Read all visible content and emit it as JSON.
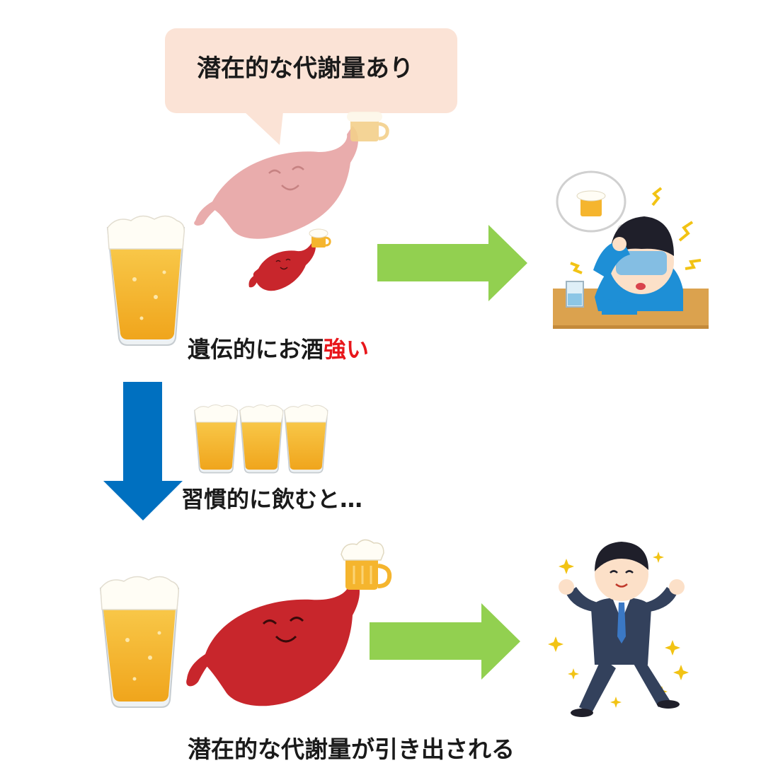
{
  "bubble": {
    "text": "潜在的な代謝量あり"
  },
  "labels": {
    "strong_prefix": "遺伝的にお酒",
    "strong_accent": "強い",
    "habit": "習慣的に飲むと…",
    "result": "潜在的な代謝量が引き出される"
  },
  "colors": {
    "bubble_fill": "#fbe3d6",
    "liver_faded": "#e8a8a8",
    "liver": "#c8262c",
    "beer": "#f5b52e",
    "foam": "#fffdf5",
    "green_arrow": "#92d050",
    "blue_arrow": "#0070c0",
    "accent_red": "#e8161b"
  },
  "icons": [
    "speech-bubble",
    "beer-glass-icon",
    "liver-character-icon",
    "beer-mug-icon",
    "drunk-man-icon",
    "healthy-businessman-icon",
    "arrow-icon"
  ]
}
